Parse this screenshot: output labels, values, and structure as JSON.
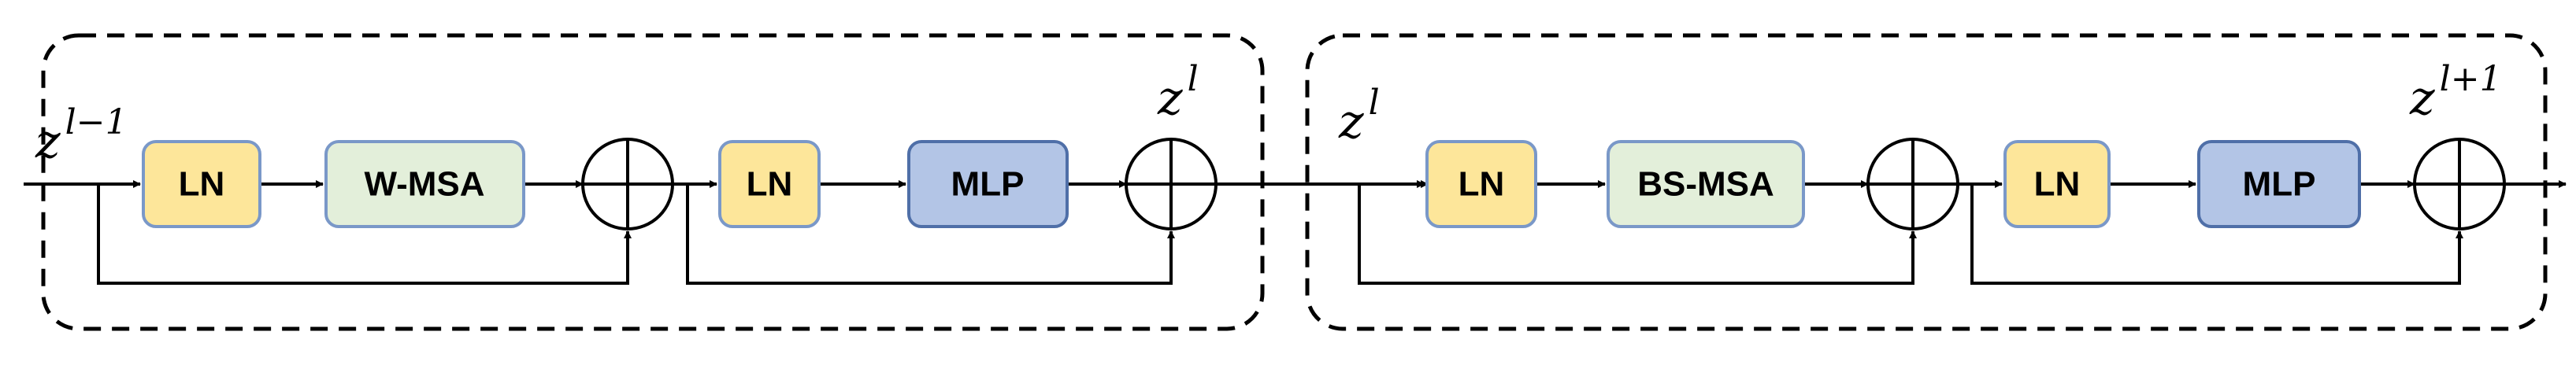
{
  "colors": {
    "ln_fill": "#fde69a",
    "ln_stroke": "#7a98c8",
    "msa_fill": "#e3efda",
    "msa_stroke": "#7a98c8",
    "mlp_fill": "#b3c5e6",
    "mlp_stroke": "#4f6fa8",
    "line": "#000000"
  },
  "blocks": {
    "left": {
      "input_var": {
        "base": "z",
        "sup": "l−1"
      },
      "ln1": "LN",
      "attention": "W-MSA",
      "ln2": "LN",
      "mlp": "MLP",
      "output_var": {
        "base": "z",
        "sup": "l"
      }
    },
    "right": {
      "input_var": {
        "base": "z",
        "sup": "l"
      },
      "ln1": "LN",
      "attention": "BS-MSA",
      "ln2": "LN",
      "mlp": "MLP",
      "output_var": {
        "base": "z",
        "sup": "l+1"
      }
    }
  }
}
